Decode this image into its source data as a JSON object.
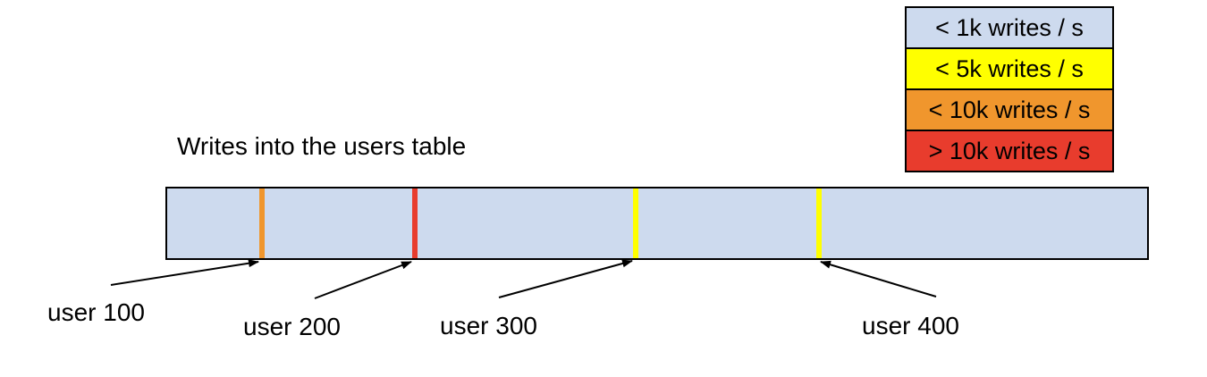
{
  "title": "Writes into the users table",
  "colors": {
    "bar_fill": "#CDDAEE",
    "outline": "#000000",
    "lt_1k_blue": "#CDDAEE",
    "lt_5k_yellow": "#FFFF00",
    "lt_10k_orange": "#F0962D",
    "gt_10k_red": "#E83C2D"
  },
  "legend": {
    "items": [
      {
        "label": "< 1k writes / s",
        "color": "#CDDAEE"
      },
      {
        "label": "< 5k writes / s",
        "color": "#FFFF00"
      },
      {
        "label": "< 10k writes / s",
        "color": "#F0962D"
      },
      {
        "label": "> 10k writes / s",
        "color": "#E83C2D"
      }
    ]
  },
  "users": [
    {
      "label": "user 100",
      "rate_category": "< 10k writes / s",
      "color": "#F0962D"
    },
    {
      "label": "user 200",
      "rate_category": "> 10k writes / s",
      "color": "#E83C2D"
    },
    {
      "label": "user 300",
      "rate_category": "< 5k writes / s",
      "color": "#FFFF00"
    },
    {
      "label": "user 400",
      "rate_category": "< 5k writes / s",
      "color": "#FFFF00"
    }
  ]
}
